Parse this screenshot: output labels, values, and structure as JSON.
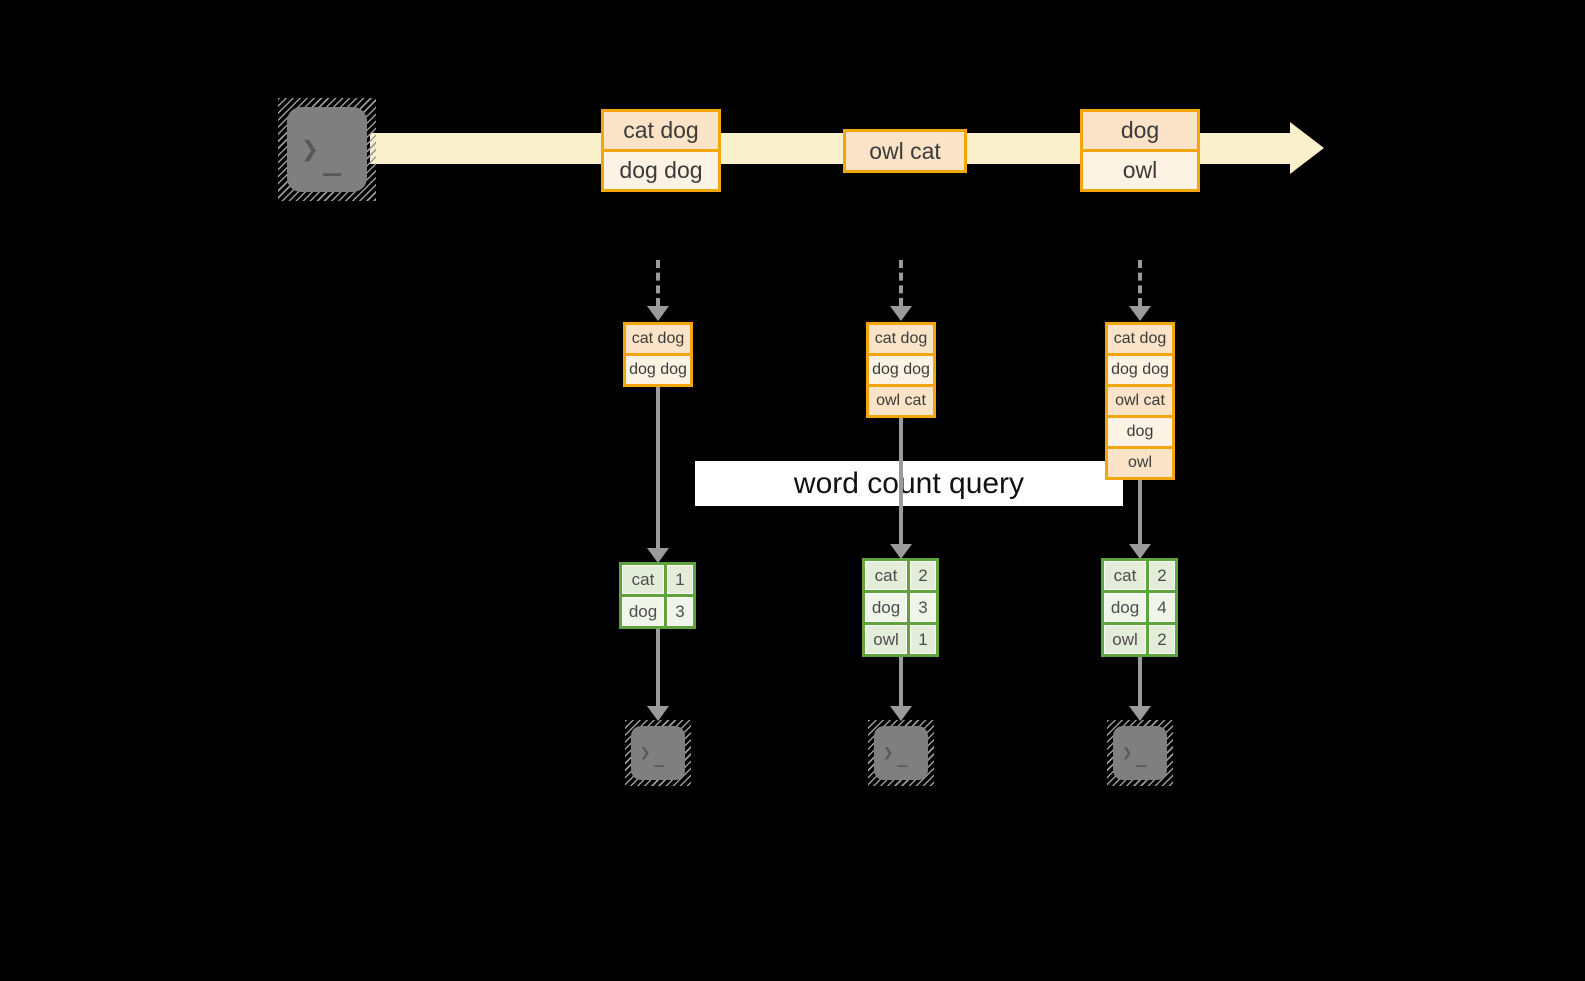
{
  "diagram": {
    "query_label": "word count query",
    "prompt_glyph": "❯",
    "prompt_underscore": "_",
    "stream_batches": [
      {
        "rows": [
          "cat dog",
          "dog dog"
        ]
      },
      {
        "rows": [
          "owl cat"
        ]
      },
      {
        "rows": [
          "dog",
          "owl"
        ]
      }
    ],
    "columns": [
      {
        "buffer_rows": [
          "cat dog",
          "dog dog"
        ],
        "counts": [
          {
            "word": "cat",
            "count": "1"
          },
          {
            "word": "dog",
            "count": "3"
          }
        ]
      },
      {
        "buffer_rows": [
          "cat dog",
          "dog dog",
          "owl cat"
        ],
        "counts": [
          {
            "word": "cat",
            "count": "2"
          },
          {
            "word": "dog",
            "count": "3"
          },
          {
            "word": "owl",
            "count": "1"
          }
        ]
      },
      {
        "buffer_rows": [
          "cat dog",
          "dog dog",
          "owl cat",
          "dog",
          "owl"
        ],
        "counts": [
          {
            "word": "cat",
            "count": "2"
          },
          {
            "word": "dog",
            "count": "4"
          },
          {
            "word": "owl",
            "count": "2"
          }
        ]
      }
    ],
    "colors": {
      "background": "#000000",
      "stream_band": "#fbf0cc",
      "record_border": "#f2a50c",
      "record_fill_dark": "#fae3c6",
      "record_fill_light": "#fdf3e4",
      "table_border": "#5fa33c",
      "arrow_gray": "#9b9b9b",
      "terminal_gray": "#7f7f7f"
    }
  }
}
